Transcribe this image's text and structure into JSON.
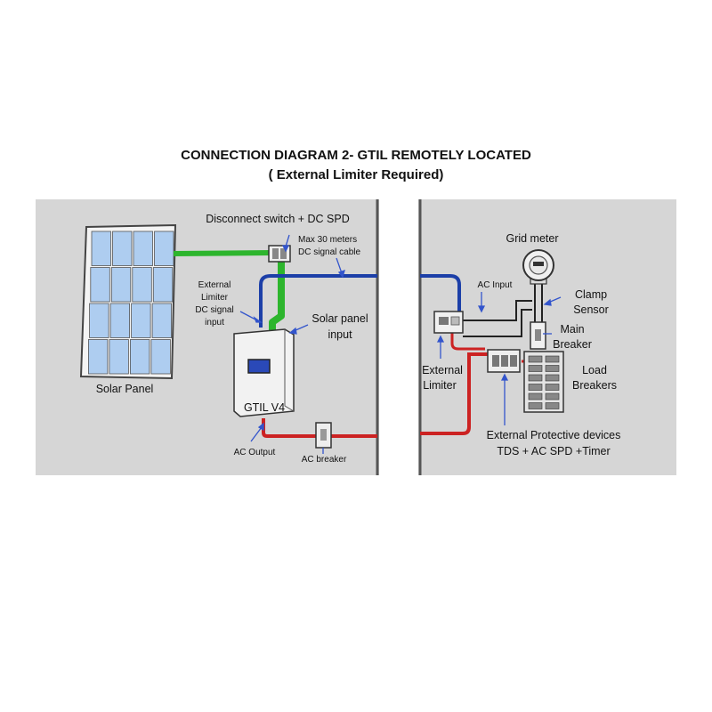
{
  "title": "CONNECTION DIAGRAM 2- GTIL REMOTELY LOCATED",
  "subtitle": "( External Limiter Required)",
  "left_panel": {
    "solar_panel": "Solar Panel",
    "disconnect_switch": "Disconnect  switch + DC SPD",
    "max_cable_line1": "Max 30 meters",
    "max_cable_line2": "DC signal cable",
    "ext_limiter_line1": "External",
    "ext_limiter_line2": "Limiter",
    "ext_limiter_line3": "DC signal",
    "ext_limiter_line4": "input",
    "solar_input_line1": "Solar panel",
    "solar_input_line2": "input",
    "inverter_label": "GTIL V4",
    "ac_output": "AC Output",
    "ac_breaker": "AC breaker"
  },
  "right_panel": {
    "grid_meter": "Grid meter",
    "ac_input": "AC Input",
    "clamp_line1": "Clamp",
    "clamp_line2": "Sensor",
    "main_breaker_line1": "Main",
    "main_breaker_line2": "Breaker",
    "external_limiter_line1": "External",
    "external_limiter_line2": "Limiter",
    "load_breakers_line1": "Load",
    "load_breakers_line2": "Breakers",
    "protective_line1": "External Protective devices",
    "protective_line2": "TDS + AC SPD +Timer"
  },
  "colors": {
    "wall": "#d6d6d6",
    "dc_cable": "#2db52d",
    "signal_cable": "#1c3fa8",
    "ac_cable": "#cc2222",
    "solar_cell": "#aecdf0"
  }
}
